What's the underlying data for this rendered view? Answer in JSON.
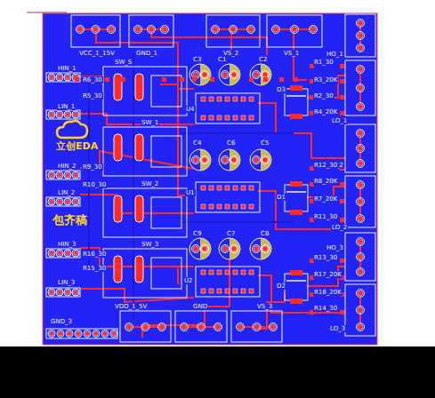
{
  "diagram": {
    "labels": [
      "VCC_1_15V",
      "GND_1",
      "VS_2",
      "VS_1",
      "HO_1",
      "LO_1",
      "HO_2",
      "LO_2",
      "HO_3",
      "LO_3",
      "HIN_1",
      "LIN_1",
      "HIN_2",
      "LIN_2",
      "HIN_3",
      "LIN_3",
      "R6_30",
      "R5_30",
      "R9_30",
      "R10_30",
      "R16_30",
      "R15_30",
      "SW_S",
      "SW_1",
      "SW_2",
      "SW_3",
      "C3",
      "C1",
      "C2",
      "U4",
      "D3",
      "C4",
      "C6",
      "C5",
      "U1",
      "D1",
      "C9",
      "C7",
      "C8",
      "U2",
      "D2",
      "R1_30",
      "R3_20K",
      "R2_30",
      "R4_20K",
      "R12_30",
      "R8_20K",
      "R7_20K",
      "R11_30",
      "R13_30",
      "R17_20K",
      "R18_20K",
      "R14_30",
      "GND_3",
      "VDD_1_5V",
      "GND",
      "VS_3",
      "立创EDA",
      "包齐稿"
    ]
  }
}
